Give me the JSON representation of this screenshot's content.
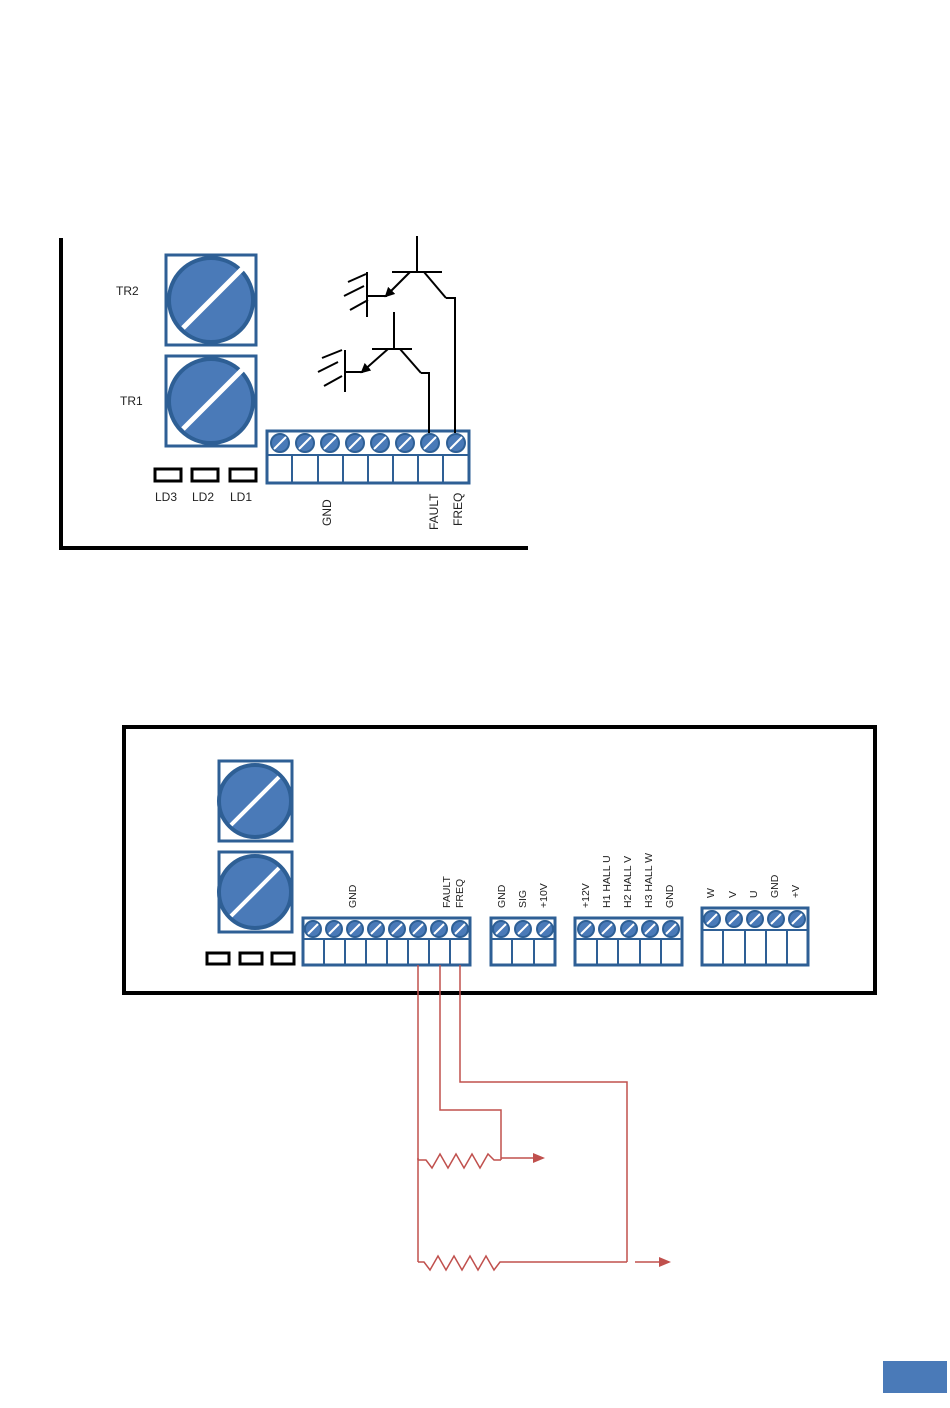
{
  "colors": {
    "terminal_fill": "#4a7ab8",
    "terminal_stroke": "#2e5f95",
    "pot_fill": "#4a7ab8",
    "pot_stroke": "#2e5f95",
    "wire_black": "#000000",
    "wire_red": "#c0504d",
    "page_tab": "#4a7ab8"
  },
  "top_diagram": {
    "trimmers": [
      {
        "label": "TR2",
        "icon": "trimmer-potentiometer-icon"
      },
      {
        "label": "TR1",
        "icon": "trimmer-potentiometer-icon"
      }
    ],
    "leds": [
      "LD3",
      "LD2",
      "LD1"
    ],
    "terminal_count": 8,
    "terminal_labels": {
      "gnd": "GND",
      "fault": "FAULT",
      "freq": "FREQ"
    },
    "transistors": [
      "phototransistor-icon",
      "phototransistor-icon"
    ]
  },
  "bottom_diagram": {
    "trimmers": [
      "trimmer-potentiometer-icon",
      "trimmer-potentiometer-icon"
    ],
    "led_count": 3,
    "block1": {
      "terminal_count": 8,
      "labels": {
        "gnd": "GND",
        "fault": "FAULT",
        "freq": "FREQ"
      }
    },
    "block2": {
      "labels": [
        "GND",
        "SIG",
        "+10V"
      ]
    },
    "block3": {
      "labels": [
        "+12V",
        "H1 HALL U",
        "H2 HALL V",
        "H3 HALL W",
        "GND"
      ]
    },
    "block4": {
      "labels": [
        "W",
        "V",
        "U",
        "GND",
        "+V"
      ]
    },
    "resistors": [
      "resistor-icon",
      "resistor-icon"
    ],
    "arrows": [
      "arrow-right-icon",
      "arrow-right-icon"
    ]
  }
}
